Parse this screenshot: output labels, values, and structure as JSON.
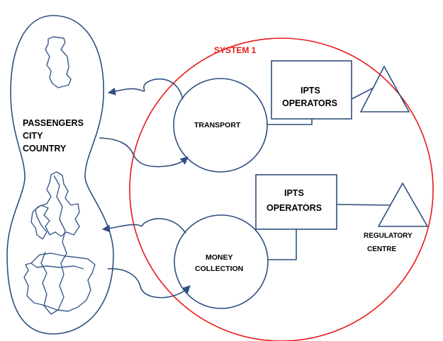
{
  "diagram": {
    "system_label": "SYSTEM 1",
    "passengers": [
      "PASSENGERS",
      "CITY",
      "COUNTRY"
    ],
    "transport_label": "TRANSPORT",
    "money_collection": [
      "MONEY",
      "COLLECTION"
    ],
    "ipts_top": [
      "IPTS",
      "OPERATORS"
    ],
    "ipts_bottom": [
      "IPTS",
      "OPERATORS"
    ],
    "regulatory_centre": [
      "REGULATORY",
      "CENTRE"
    ],
    "colors": {
      "system_circle": "#e8191a",
      "shapes": "#2f4f7f",
      "system_text": "#e8191a"
    }
  }
}
